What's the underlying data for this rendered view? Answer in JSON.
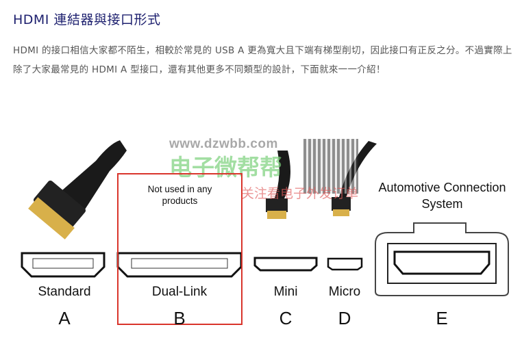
{
  "article": {
    "title": "HDMI 連結器與接口形式",
    "paragraph": "HDMI 的接口相信大家都不陌生，相較於常見的 USB A 更為寬大且下端有梯型削切，因此接口有正反之分。不過實際上除了大家最常見的 HDMI A 型接口，還有其他更多不同類型的設計，下面就來一一介紹！"
  },
  "figure": {
    "note": "Not used in any products",
    "automotive": "Automotive Connection System",
    "connectors": [
      {
        "name": "Standard",
        "letter": "A"
      },
      {
        "name": "Dual-Link",
        "letter": "B"
      },
      {
        "name": "Mini",
        "letter": "C"
      },
      {
        "name": "Micro",
        "letter": "D"
      },
      {
        "name": "",
        "letter": "E"
      }
    ],
    "watermark": {
      "url": "www.dzwbb.com",
      "brand": "电子微帮帮",
      "slogan": "关注看电子外发订单"
    },
    "highlight_color": "#d9342b"
  }
}
